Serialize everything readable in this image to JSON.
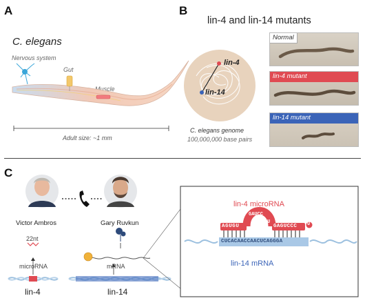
{
  "panel_a": {
    "letter": "A",
    "title": "C. elegans",
    "labels": {
      "nervous_system": "Nervous system",
      "gut": "Gut",
      "muscle": "Muscle",
      "size": "Adult size: ~1 mm"
    }
  },
  "panel_b": {
    "letter": "B",
    "title": "lin-4 and lin-14 mutants",
    "genome": {
      "lin4": "lin-4",
      "lin14": "lin-14",
      "caption": "C. elegans genome",
      "bases": "100,000,000 base pairs"
    },
    "photos": [
      {
        "label": "Normal"
      },
      {
        "label": "lin-4 mutant"
      },
      {
        "label": "lin-14 mutant"
      }
    ]
  },
  "panel_c": {
    "letter": "C",
    "people": {
      "ambros": "Victor Ambros",
      "ruvkun": "Gary Ruvkun"
    },
    "left": {
      "nt": "22nt",
      "microrna": "microRNA",
      "mrna": "mRNA",
      "gene_lin4": "lin-4",
      "gene_lin14": "lin-14"
    },
    "zoom": {
      "mirna_label": "lin-4 microRNA",
      "mrna_label": "lin-14 mRNA",
      "mirna_left": "AGUGU",
      "mirna_loop": "GAUCC",
      "mirna_loop_right": "U",
      "mirna_right": "GAGUCCC",
      "mirna_end": "U",
      "mrna_seq": "CUCACAACCAACUCAGGGA"
    }
  },
  "colors": {
    "accent_red": "#e04a52",
    "accent_blue": "#3b64b8",
    "dna_blue": "#9cc0df"
  }
}
